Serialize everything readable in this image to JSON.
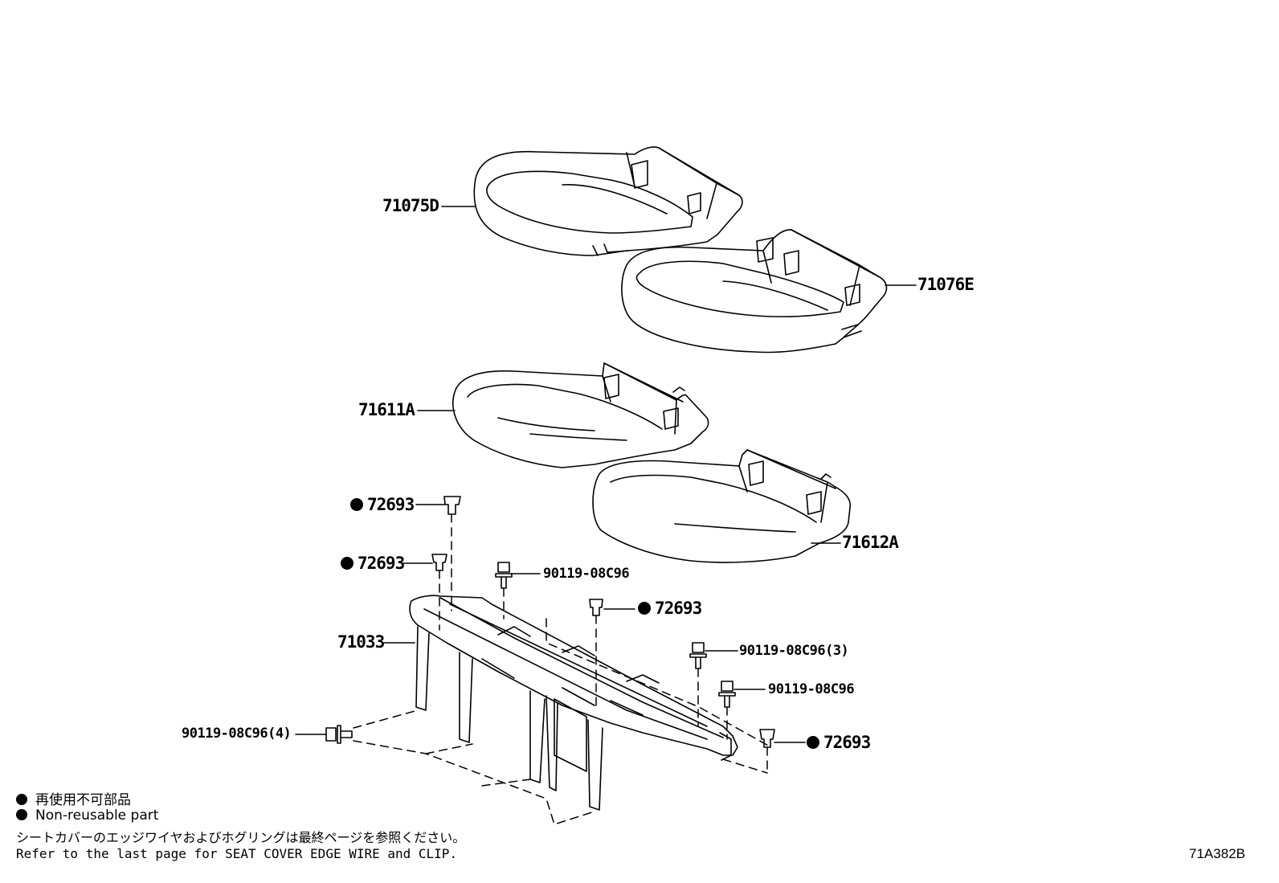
{
  "parts": {
    "cover_left": "71075D",
    "cover_right": "71076E",
    "pad_left": "71611A",
    "pad_right": "71612A",
    "clip_a": "72693",
    "clip_b": "72693",
    "clip_c": "72693",
    "clip_d": "72693",
    "frame": "71033",
    "bolt_a": "90119-08C96",
    "bolt_b": "90119-08C96(3)",
    "bolt_c": "90119-08C96",
    "bolt_d": "90119-08C96(4)"
  },
  "legend": {
    "jp_nonreusable": "再使用不可部品",
    "en_nonreusable": "Non-reusable part",
    "jp_note": "シートカバーのエッジワイヤおよびホグリングは最終ページを参照ください。",
    "en_note": "Refer to the last page for SEAT COVER EDGE WIRE and CLIP."
  },
  "diagram_code": "71A382B"
}
